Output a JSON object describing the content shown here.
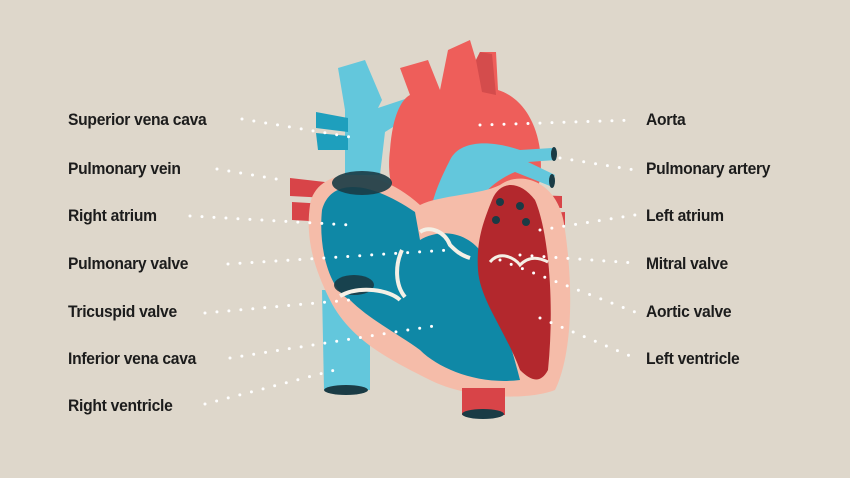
{
  "diagram": {
    "subject": "human heart anatomy",
    "colors": {
      "background": "#ded7cb",
      "deoxygenated_light": "#63c7dc",
      "deoxygenated_dark": "#0f88a6",
      "oxygenated_light": "#ee5e5a",
      "oxygenated_dark": "#b3282d",
      "wall": "#f5bca9",
      "valve": "#f4f0e6",
      "leader_dots": "#ffffff",
      "label_text": "#1c1c1c"
    },
    "left_labels": [
      {
        "text": "Superior vena cava"
      },
      {
        "text": "Pulmonary vein"
      },
      {
        "text": "Right atrium"
      },
      {
        "text": "Pulmonary valve"
      },
      {
        "text": "Tricuspid valve"
      },
      {
        "text": "Inferior vena cava"
      },
      {
        "text": "Right ventricle"
      }
    ],
    "right_labels": [
      {
        "text": "Aorta"
      },
      {
        "text": "Pulmonary artery"
      },
      {
        "text": "Left atrium"
      },
      {
        "text": "Mitral valve"
      },
      {
        "text": "Aortic valve"
      },
      {
        "text": "Left ventricle"
      }
    ]
  }
}
